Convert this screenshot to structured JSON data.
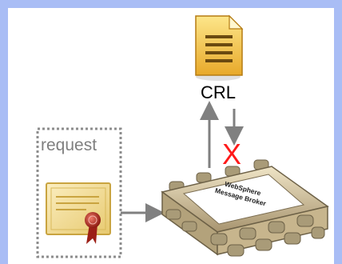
{
  "crl": {
    "label": "CRL"
  },
  "request": {
    "label": "request"
  },
  "status": {
    "mark": "X"
  },
  "broker": {
    "line1": "WebSphere",
    "line2": "Message Broker"
  },
  "colors": {
    "frame": "#a9bdf5",
    "arrow": "#808080",
    "x_mark": "#ff1a1a",
    "document": "#f3c94a",
    "chip_body": "#c9b98e",
    "certificate": "#f1dc9a",
    "seal": "#c0392b"
  },
  "icons": [
    "document-icon",
    "certificate-icon",
    "broker-chip-icon"
  ]
}
